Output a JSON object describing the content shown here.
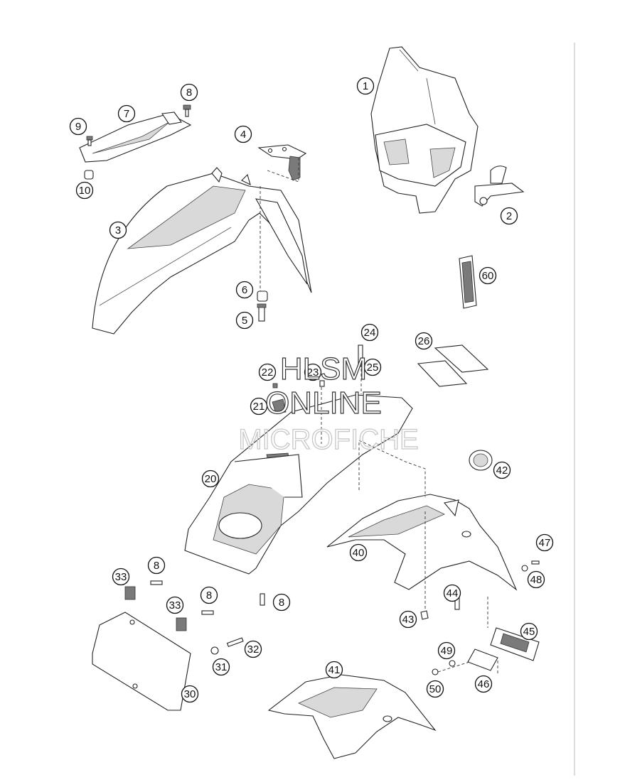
{
  "watermark": {
    "line1": "HLSM",
    "line2": "ONLINE",
    "line3": "MICROFICHE"
  },
  "callouts": [
    "1",
    "2",
    "3",
    "4",
    "5",
    "6",
    "7",
    "8",
    "9",
    "10",
    "20",
    "21",
    "22",
    "23",
    "24",
    "25",
    "26",
    "30",
    "31",
    "32",
    "33",
    "40",
    "41",
    "42",
    "43",
    "44",
    "45",
    "46",
    "47",
    "48",
    "49",
    "50",
    "60"
  ]
}
